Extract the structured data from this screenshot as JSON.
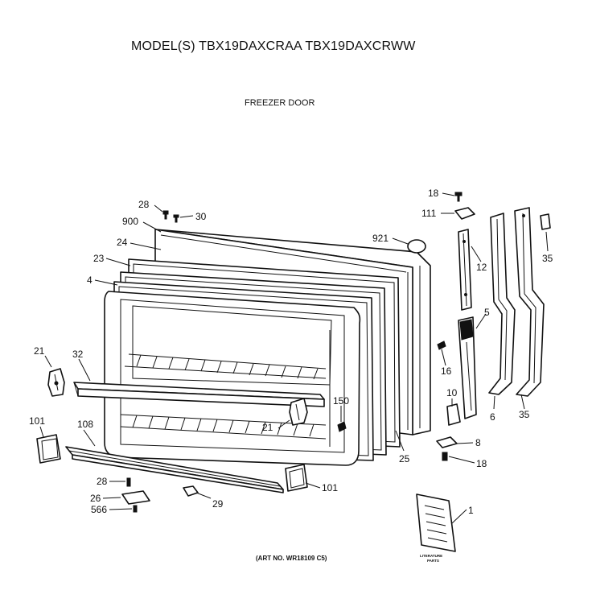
{
  "header": {
    "title": "MODEL(S) TBX19DAXCRAA  TBX19DAXCRWW",
    "subtitle": "FREEZER DOOR"
  },
  "footer": {
    "art_no": "(ART NO. WR18109 C5)"
  },
  "literature_label": [
    "LITERATURE",
    "PARTS"
  ],
  "callouts": [
    {
      "id": "c28a",
      "text": "28"
    },
    {
      "id": "c30",
      "text": "30"
    },
    {
      "id": "c900",
      "text": "900"
    },
    {
      "id": "c24",
      "text": "24"
    },
    {
      "id": "c23",
      "text": "23"
    },
    {
      "id": "c4",
      "text": "4"
    },
    {
      "id": "c21a",
      "text": "21"
    },
    {
      "id": "c32",
      "text": "32"
    },
    {
      "id": "c101a",
      "text": "101"
    },
    {
      "id": "c108",
      "text": "108"
    },
    {
      "id": "c28b",
      "text": "28"
    },
    {
      "id": "c26",
      "text": "26"
    },
    {
      "id": "c566",
      "text": "566"
    },
    {
      "id": "c29",
      "text": "29"
    },
    {
      "id": "c101b",
      "text": "101"
    },
    {
      "id": "c21b",
      "text": "21"
    },
    {
      "id": "c150",
      "text": "150"
    },
    {
      "id": "c25",
      "text": "25"
    },
    {
      "id": "c921",
      "text": "921"
    },
    {
      "id": "c18a",
      "text": "18"
    },
    {
      "id": "c111",
      "text": "111"
    },
    {
      "id": "c12",
      "text": "12"
    },
    {
      "id": "c35a",
      "text": "35"
    },
    {
      "id": "c5",
      "text": "5"
    },
    {
      "id": "c16",
      "text": "16"
    },
    {
      "id": "c10",
      "text": "10"
    },
    {
      "id": "c6",
      "text": "6"
    },
    {
      "id": "c35b",
      "text": "35"
    },
    {
      "id": "c8",
      "text": "8"
    },
    {
      "id": "c18b",
      "text": "18"
    },
    {
      "id": "c1",
      "text": "1"
    }
  ]
}
